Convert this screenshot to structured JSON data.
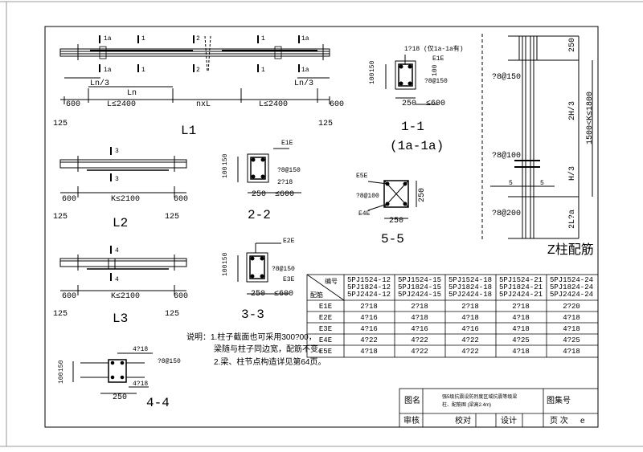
{
  "beams": {
    "L1": {
      "title": "L1",
      "sec_marks": [
        "1a",
        "1",
        "2",
        "1",
        "1a",
        "1a",
        "1",
        "2",
        "1",
        "1a"
      ],
      "ln_left": "Ln/3",
      "ln": "Ln",
      "ln_right": "Ln/3",
      "dim_600_l": "600",
      "span_l": "L≤2400",
      "span_mid": "nxL",
      "span_r": "L≤2400",
      "dim_600_r": "600",
      "dim_125_l": "125",
      "dim_125_r": "125"
    },
    "L2": {
      "title": "L2",
      "sec_marks": [
        "3",
        "3"
      ],
      "dim_600_l": "600",
      "span": "K≤2100",
      "dim_600_r": "600",
      "dim_125_l": "125",
      "dim_125_r": "125"
    },
    "L3": {
      "title": "L3",
      "sec_marks": [
        "4",
        "4"
      ],
      "dim_600_l": "600",
      "span": "K≤2100",
      "dim_600_r": "600",
      "dim_125_l": "125",
      "dim_125_r": "125"
    }
  },
  "sections": {
    "s1": {
      "title": "1-1",
      "subtitle": "(1a-1a)",
      "top_bar": "1?18 (仅1a-1a有)",
      "e1": "E1E",
      "stirrup": "?8@150",
      "h_100": "100",
      "h_150": "150",
      "w_250": "250",
      "w_600": "≤600",
      "dim_100": "100"
    },
    "s2": {
      "title": "2-2",
      "e1": "E1E",
      "stirrup": "?8@150",
      "bottom": "2?18",
      "h_100": "100",
      "h_150": "150",
      "w_250": "250",
      "w_600": "≤600"
    },
    "s3": {
      "title": "3-3",
      "e2": "E2E",
      "e3": "E3E",
      "stirrup": "?8@150",
      "h_100": "100",
      "h_150": "150",
      "w_250": "250",
      "w_600": "≤600"
    },
    "s4": {
      "title": "4-4",
      "top": "4?18",
      "stirrup": "?8@150",
      "bottom": "4?18",
      "h_100": "100",
      "h_150": "150",
      "w_250": "250"
    },
    "s5": {
      "title": "5-5",
      "e5": "E5E",
      "stirrup": "?8@100",
      "e4": "E4E",
      "h_250": "250",
      "w_250": "250"
    }
  },
  "column": {
    "title": "Z柱配筋",
    "stir_150": "?8@150",
    "stir_100": "?8@100",
    "stir_200": "?8@200",
    "dim_250": "250",
    "dim_2h3": "2H/3",
    "dim_h3": "H/3",
    "dim_range": "1500<K≤1800",
    "dim_bottom": "2L?a",
    "mark_5_l": "5",
    "mark_5_r": "5"
  },
  "notes": {
    "line1": "说明：1.柱子截面也可采用300?00，",
    "line2": "梁随与柱子同边宽，配筋不变。",
    "line3": "2.梁、柱节点构造详见第64页。"
  },
  "table": {
    "head_num": "编号",
    "head_bar": "配筋",
    "columns": [
      [
        "5PJ1524-12",
        "5PJ1824-12",
        "5PJ2424-12"
      ],
      [
        "5PJ1524-15",
        "5PJ1824-15",
        "5PJ2424-15"
      ],
      [
        "5PJ1524-18",
        "5PJ1824-18",
        "5PJ2424-18"
      ],
      [
        "5PJ1524-21",
        "5PJ1824-21",
        "5PJ2424-21"
      ],
      [
        "5PJ1524-24",
        "5PJ1824-24",
        "5PJ2424-24"
      ]
    ],
    "rows": [
      {
        "label": "E1E",
        "values": [
          "2?18",
          "2?18",
          "2?18",
          "2?18",
          "2?20"
        ]
      },
      {
        "label": "E2E",
        "values": [
          "4?16",
          "4?18",
          "4?18",
          "4?18",
          "4?18"
        ]
      },
      {
        "label": "E3E",
        "values": [
          "4?16",
          "4?16",
          "4?16",
          "4?18",
          "4?18"
        ]
      },
      {
        "label": "E4E",
        "values": [
          "4?22",
          "4?22",
          "4?22",
          "4?25",
          "4?25"
        ]
      },
      {
        "label": "E5E",
        "values": [
          "4?18",
          "4?22",
          "4?22",
          "4?18",
          "4?18"
        ]
      }
    ]
  },
  "title_block": {
    "label_name": "图名",
    "drawing_name_1": "强5级抗震设防烈度区域抗震等级梁",
    "drawing_name_2": "柱、配筋图 (梁高2.4m)",
    "label_figno": "图集号",
    "label_review": "审核",
    "label_check": "校对",
    "label_design": "设计",
    "label_page": "页  次",
    "page_val": "e"
  }
}
